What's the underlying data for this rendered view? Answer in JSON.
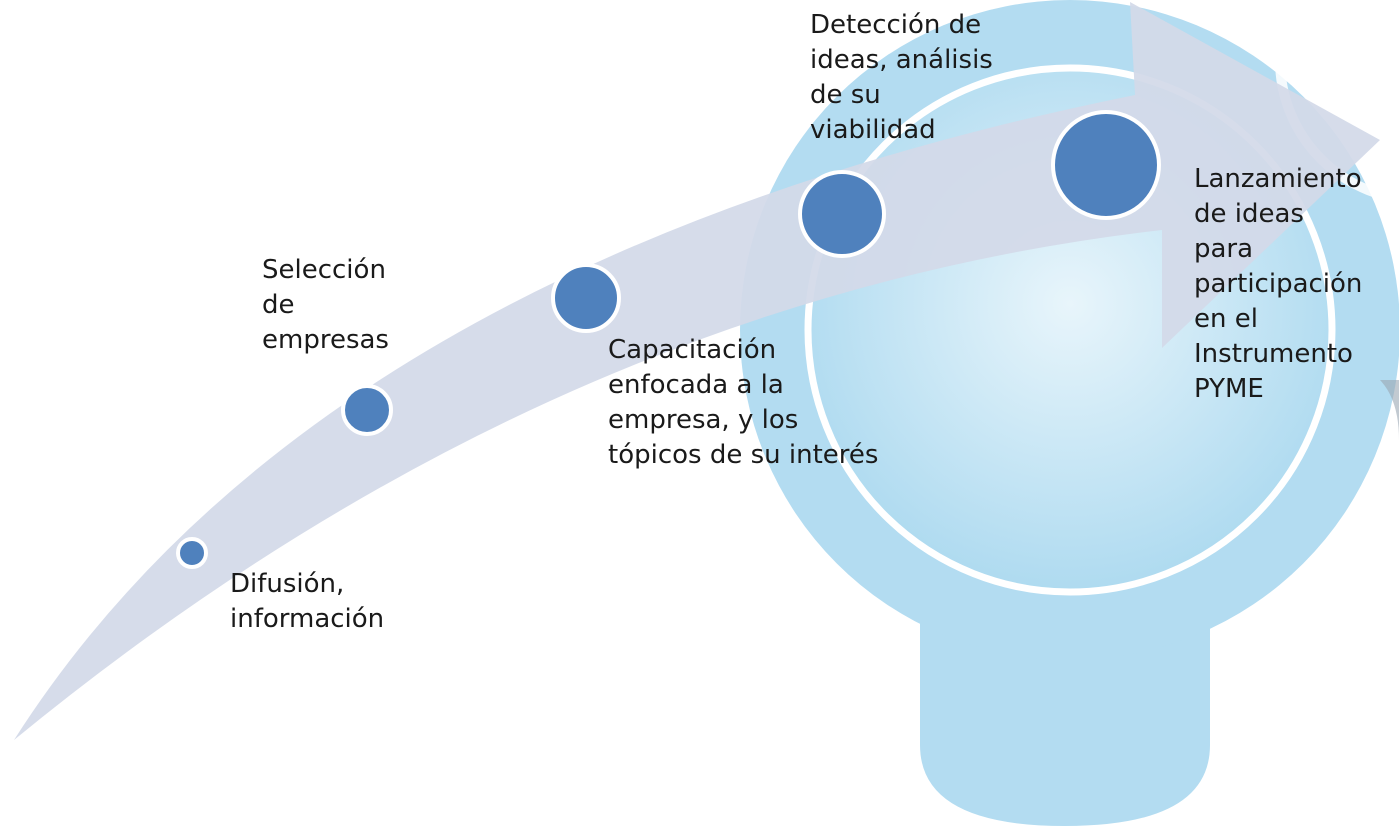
{
  "colors": {
    "arrow": "#d3d9e8",
    "milestone_fill": "#4f81bd",
    "milestone_stroke": "#ffffff",
    "bulb_light": "#bfe3f4",
    "bulb_mid": "#a9d8ef",
    "bulb_ring": "#ffffff",
    "text": "#1a1a1a"
  },
  "icons": [
    "arrow-shape",
    "lightbulb-icon"
  ],
  "steps": [
    {
      "lines": [
        "Difusión,",
        "información"
      ]
    },
    {
      "lines": [
        "Selección",
        "de",
        "empresas"
      ]
    },
    {
      "lines": [
        "Capacitación",
        "enfocada a la",
        "empresa, y los",
        "tópicos de su interés"
      ]
    },
    {
      "lines": [
        "Detección de",
        "ideas, análisis",
        "de su",
        "viabilidad"
      ]
    },
    {
      "lines": [
        "Lanzamiento",
        "de ideas",
        "para",
        "participación",
        "en el",
        "Instrumento",
        "PYME"
      ]
    }
  ]
}
